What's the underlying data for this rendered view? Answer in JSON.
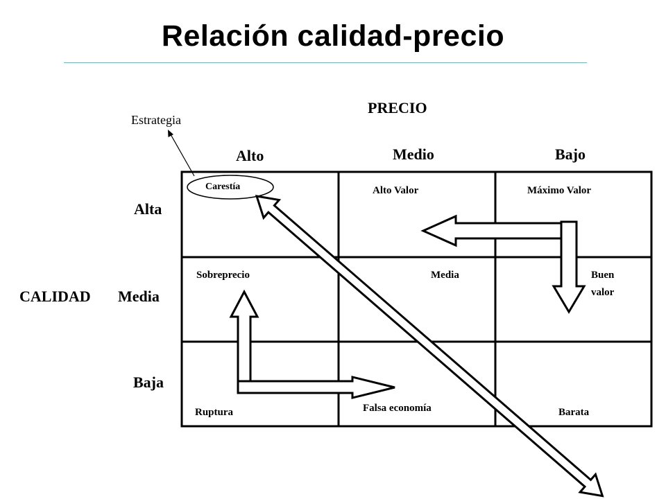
{
  "title": "Relación calidad-precio",
  "price_axis": {
    "label": "PRECIO",
    "columns": [
      "Alto",
      "Medio",
      "Bajo"
    ]
  },
  "quality_axis": {
    "label": "CALIDAD",
    "rows": [
      "Alta",
      "Media",
      "Baja"
    ]
  },
  "strategy_label": "Estrategia",
  "cells": {
    "carestia": "Carestía",
    "alto_valor": "Alto Valor",
    "maximo_valor": "Máximo Valor",
    "sobreprecio": "Sobreprecio",
    "media": "Media",
    "buen": "Buen",
    "valor": "valor",
    "ruptura": "Ruptura",
    "falsa_economia": "Falsa economía",
    "barata": "Barata"
  },
  "colors": {
    "title_rule": "#40c8d0",
    "grid": "#000000",
    "arrow_fill": "#ffffff"
  }
}
